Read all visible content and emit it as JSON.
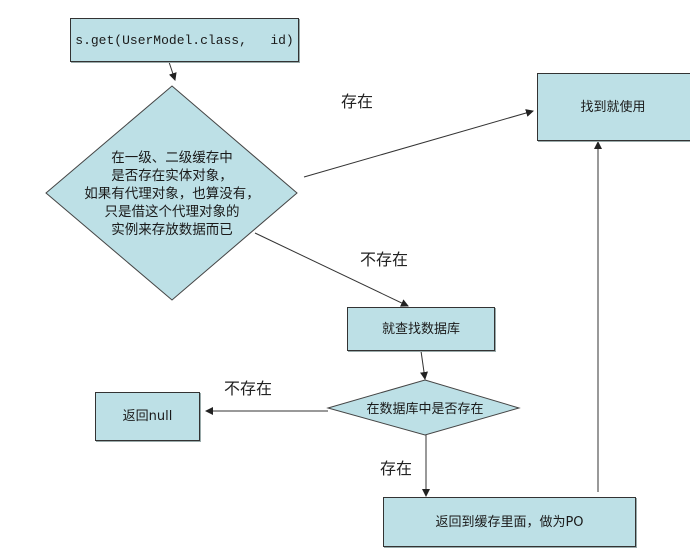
{
  "diagram": {
    "type": "flowchart",
    "colors": {
      "node_fill": "#bde0e6",
      "node_border": "#333333",
      "line": "#333333"
    },
    "nodes": {
      "start": {
        "text": "s.get(UserModel.class,   id)",
        "shape": "rectangle"
      },
      "cache_check": {
        "shape": "diamond",
        "lines": [
          "在一级、二级缓存中",
          "是否存在实体对象，",
          "如果有代理对象，也算没有，",
          "只是借这个代理对象的",
          "实例来存放数据而已"
        ]
      },
      "found_use": {
        "text": "找到就使用",
        "shape": "rectangle"
      },
      "query_db": {
        "text": "就查找数据库",
        "shape": "rectangle"
      },
      "db_check": {
        "text": "在数据库中是否存在",
        "shape": "diamond"
      },
      "return_null": {
        "text": "返回null",
        "shape": "rectangle"
      },
      "return_cache": {
        "text": "返回到缓存里面，做为PO",
        "shape": "rectangle"
      }
    },
    "edges": [
      {
        "from": "start",
        "to": "cache_check",
        "label": ""
      },
      {
        "from": "cache_check",
        "to": "found_use",
        "label": "存在"
      },
      {
        "from": "cache_check",
        "to": "query_db",
        "label": "不存在"
      },
      {
        "from": "query_db",
        "to": "db_check",
        "label": ""
      },
      {
        "from": "db_check",
        "to": "return_null",
        "label": "不存在"
      },
      {
        "from": "db_check",
        "to": "return_cache",
        "label": "存在"
      },
      {
        "from": "return_cache",
        "to": "found_use",
        "label": ""
      }
    ]
  }
}
